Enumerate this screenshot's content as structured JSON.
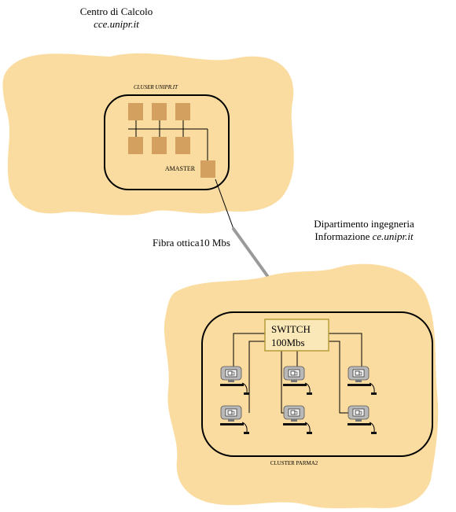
{
  "site_top": {
    "title": "Centro di Calcolo",
    "domain": "cce.unipr.it",
    "cluster_label": "CLUSER UNIPR.IT",
    "master_label": "AMASTER"
  },
  "link": {
    "label": "Fibra ottica10 Mbs"
  },
  "site_bottom": {
    "title": "Dipartimento ingegneria",
    "subtitle_prefix": "Informazione ",
    "domain": "ce.unipr.it",
    "switch_line1": "SWITCH",
    "switch_line2": "100Mbs",
    "cluster_label": "CLUSTER PARMA2"
  },
  "colors": {
    "region_fill": "#fbdca0",
    "node_fill": "#d4a060",
    "switch_fill": "#fbe8b8",
    "switch_border": "#b79c3a",
    "fiber": "#9a9a9a",
    "outline": "#000000"
  },
  "icons": {
    "cluster_node": "server-box-icon",
    "workstation": "desktop-computer-icon"
  }
}
